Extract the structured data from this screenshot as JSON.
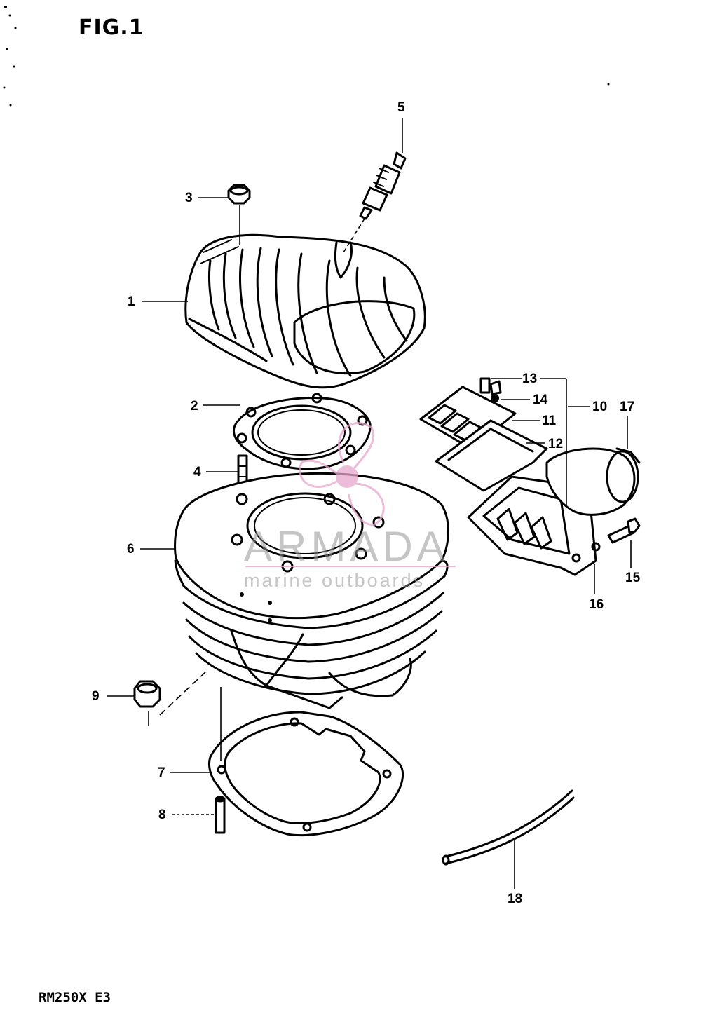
{
  "figure": {
    "title": "FIG.1",
    "model": "RM250X E3"
  },
  "watermark": {
    "brand": "ARMADA",
    "tagline": "marine outboards",
    "color": "#e8a6cc"
  },
  "callouts": [
    {
      "id": "1",
      "label": "1"
    },
    {
      "id": "2",
      "label": "2"
    },
    {
      "id": "3",
      "label": "3"
    },
    {
      "id": "4",
      "label": "4"
    },
    {
      "id": "5",
      "label": "5"
    },
    {
      "id": "6",
      "label": "6"
    },
    {
      "id": "7",
      "label": "7"
    },
    {
      "id": "8",
      "label": "8"
    },
    {
      "id": "9",
      "label": "9"
    },
    {
      "id": "10",
      "label": "10"
    },
    {
      "id": "11",
      "label": "11"
    },
    {
      "id": "12",
      "label": "12"
    },
    {
      "id": "13",
      "label": "13"
    },
    {
      "id": "14",
      "label": "14"
    },
    {
      "id": "15",
      "label": "15"
    },
    {
      "id": "16",
      "label": "16"
    },
    {
      "id": "17",
      "label": "17"
    },
    {
      "id": "18",
      "label": "18"
    }
  ]
}
